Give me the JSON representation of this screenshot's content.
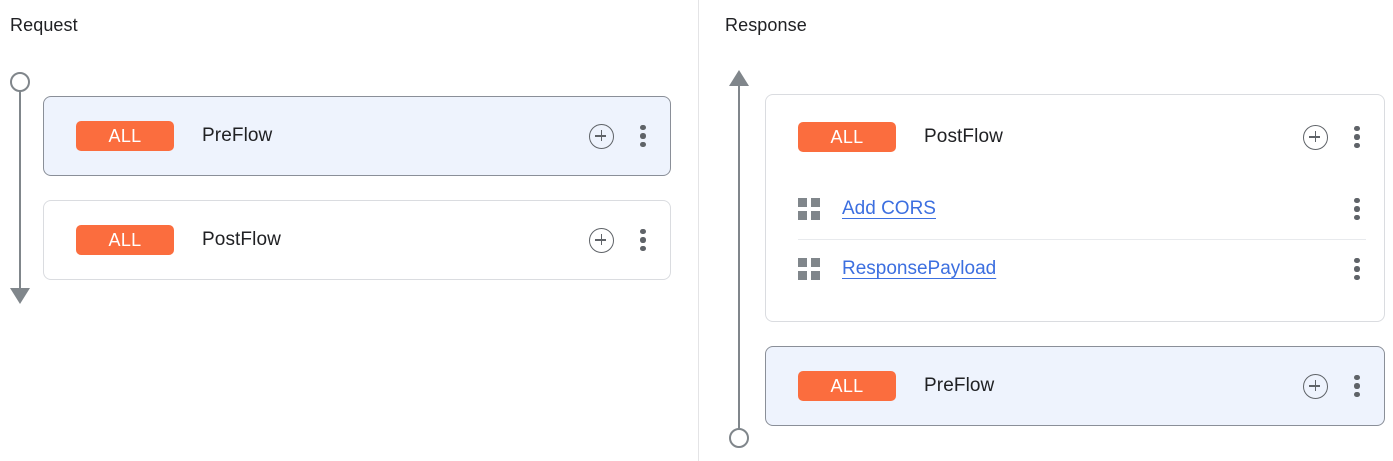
{
  "panels": [
    {
      "title": "Request",
      "connector": {
        "start": "circle",
        "end": "arrow-down"
      },
      "flows": [
        {
          "badge": "ALL",
          "name": "PreFlow",
          "selected": true,
          "add_icon": "plus-circle-icon",
          "menu_icon": "more-vertical-icon",
          "policies": []
        },
        {
          "badge": "ALL",
          "name": "PostFlow",
          "selected": false,
          "add_icon": "plus-circle-icon",
          "menu_icon": "more-vertical-icon",
          "policies": []
        }
      ]
    },
    {
      "title": "Response",
      "connector": {
        "start": "arrow-up",
        "end": "circle"
      },
      "flows": [
        {
          "badge": "ALL",
          "name": "PostFlow",
          "selected": false,
          "add_icon": "plus-circle-icon",
          "menu_icon": "more-vertical-icon",
          "policies": [
            {
              "name": "Add CORS",
              "drag_icon": "drag-grid-icon",
              "menu_icon": "more-vertical-icon"
            },
            {
              "name": "ResponsePayload",
              "drag_icon": "drag-grid-icon",
              "menu_icon": "more-vertical-icon"
            }
          ]
        },
        {
          "badge": "ALL",
          "name": "PreFlow",
          "selected": true,
          "add_icon": "plus-circle-icon",
          "menu_icon": "more-vertical-icon",
          "policies": []
        }
      ]
    }
  ],
  "colors": {
    "badge_bg": "#fb6d3e",
    "badge_text": "#ffffff",
    "selected_card_bg": "#eef3fd",
    "selected_card_border": "#8a8f98",
    "card_border": "#dadce0",
    "link": "#3c6fe0",
    "connector": "#80868b",
    "icon": "#5f6368",
    "divider": "#e8eaed",
    "panel_divider": "#e4e4e6",
    "title_text": "#202124"
  }
}
